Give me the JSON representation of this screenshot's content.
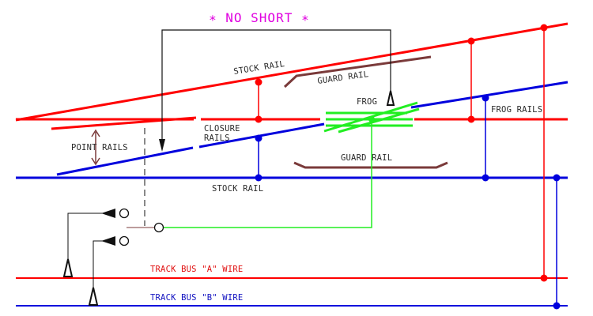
{
  "title": "∗ NO SHORT ∗",
  "labels": {
    "stock_rail_top": "STOCK RAIL",
    "guard_rail_top": "GUARD RAIL",
    "frog": "FROG",
    "frog_rails": "FROG RAILS",
    "closure_rails_1": "CLOSURE",
    "closure_rails_2": "RAILS",
    "point_rails": "POINT RAILS",
    "guard_rail_bottom": "GUARD RAIL",
    "stock_rail_bottom": "STOCK RAIL",
    "track_bus_a": "TRACK BUS \"A\" WIRE",
    "track_bus_b": "TRACK BUS \"B\" WIRE"
  },
  "colors": {
    "red_rail": "#ff0000",
    "blue_rail": "#0000dd",
    "frog": "#22ee22",
    "guard_rail": "#7a3a3a",
    "wire": "#111111",
    "title": "#e000e0"
  }
}
